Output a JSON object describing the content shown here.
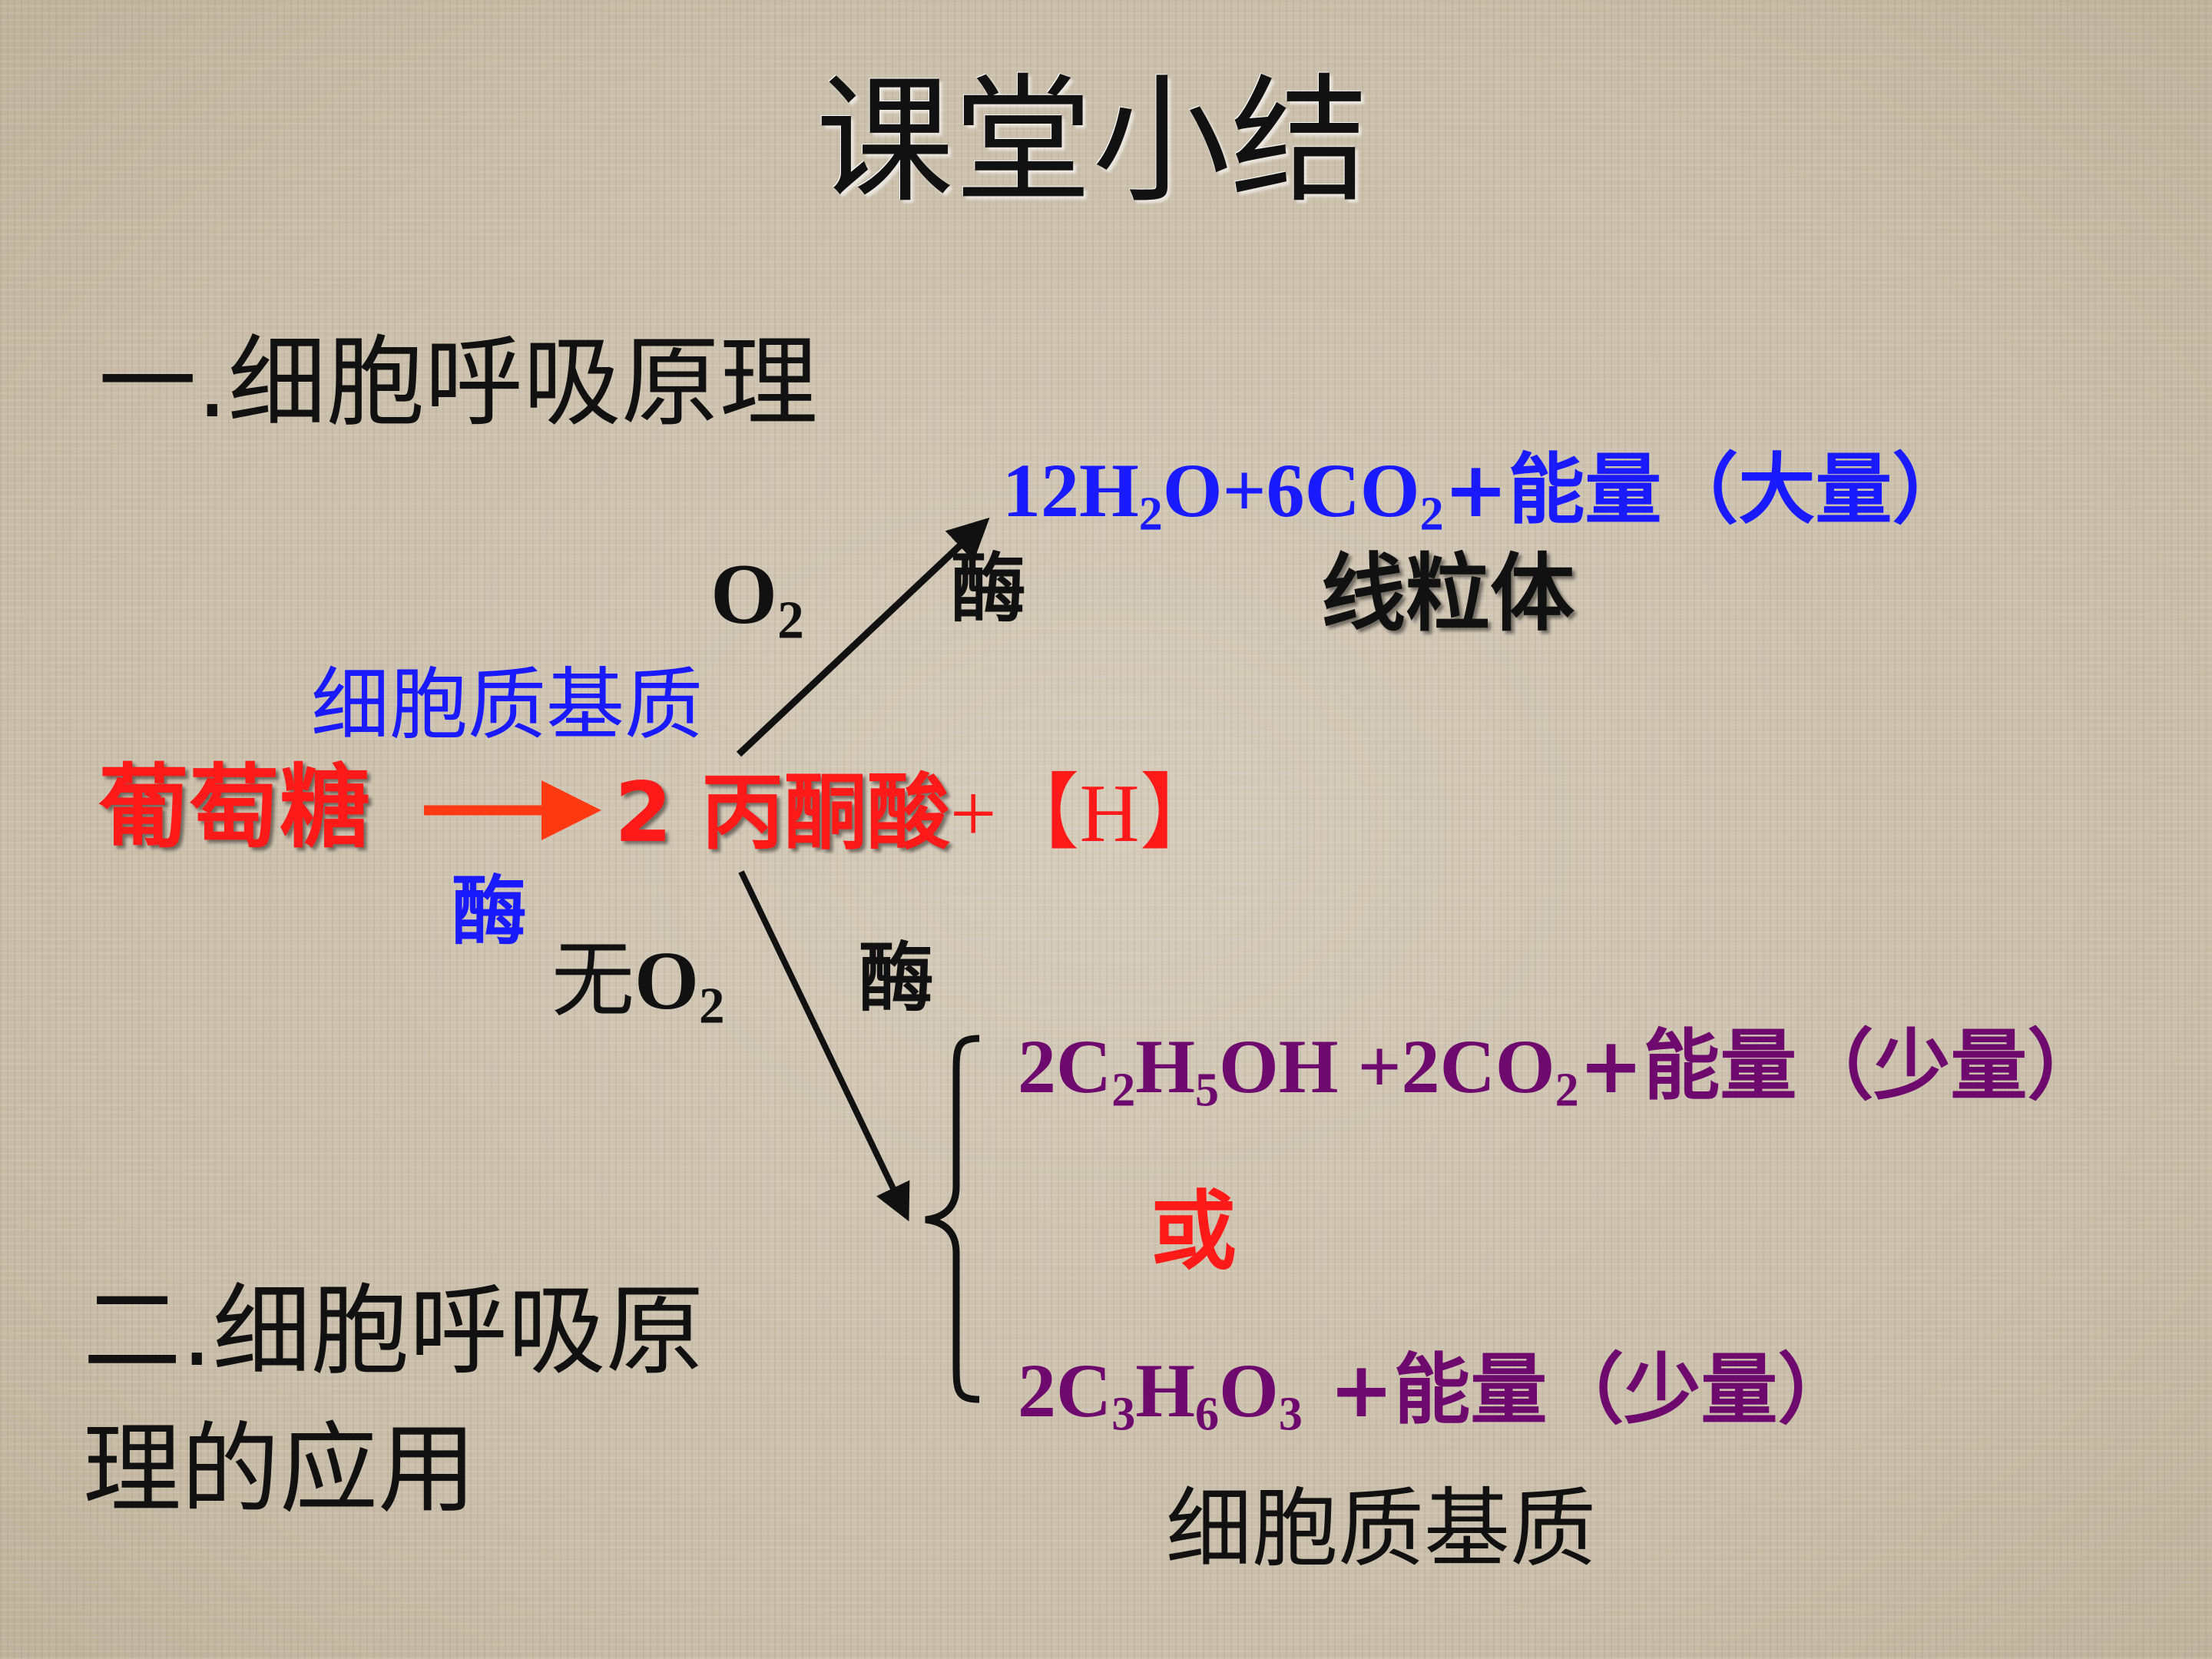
{
  "title": "课堂小结",
  "section1": "一.细胞呼吸原理",
  "section2_line1": "二.细胞呼吸原",
  "section2_line2": "理的应用",
  "glucose": "葡萄糖",
  "enzyme_glycolysis": "酶",
  "cytoplasm_matrix_top": "细胞质基质",
  "pyruvate": "2 丙酮酸",
  "plus": "+",
  "hydrogen": "【H】",
  "oxygen": {
    "prefix": "",
    "main": "O",
    "sub": "2"
  },
  "no_oxygen": {
    "prefix": "无",
    "main": "O",
    "sub": "2"
  },
  "enzyme_aerobic": "酶",
  "enzyme_anaerobic": "酶",
  "aerobic_product": {
    "p1": "12H",
    "s1": "2",
    "p2": "O+6CO",
    "s2": "2",
    "p3": "+能量（大量）"
  },
  "mitochondria": "线粒体",
  "alcohol_product": {
    "p1": "2C",
    "s1": "2",
    "p2": "H",
    "s2": "5",
    "p3": "OH +2CO",
    "s3": "2",
    "p4": "+能量（少量）"
  },
  "or_text": "或",
  "lactic_product": {
    "p1": "2C",
    "s1": "3",
    "p2": "H",
    "s2": "6",
    "p3": "O",
    "s3": "3",
    "p4": " +能量（少量）"
  },
  "cytoplasm_matrix_bottom": "细胞质基质",
  "colors": {
    "red": "#ff1a1a",
    "blue": "#1a1aff",
    "purple": "#6e0a6e",
    "black": "#111111",
    "orange_arrow": "#ff3a12"
  }
}
